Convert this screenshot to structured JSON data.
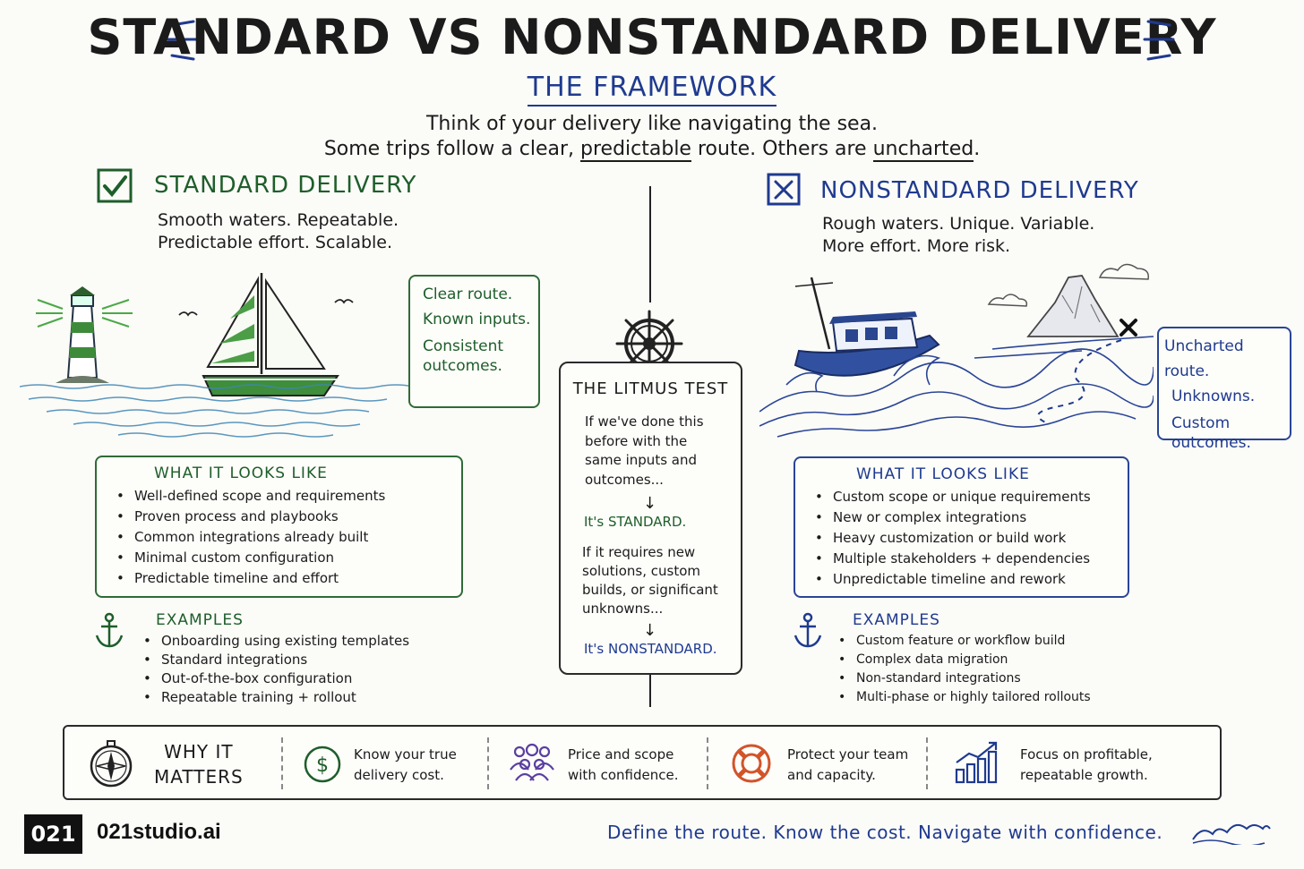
{
  "title": "STANDARD VS NONSTANDARD DELIVERY",
  "subtitle": "THE FRAMEWORK",
  "intro": {
    "line1": "Think of your delivery like navigating the sea.",
    "line2_a": "Some trips follow a clear,",
    "line2_b": "predictable",
    "line2_c": "route. Others are",
    "line2_d": "uncharted",
    "line2_e": "."
  },
  "standard": {
    "heading": "STANDARD DELIVERY",
    "sub_line1": "Smooth waters. Repeatable.",
    "sub_line2": "Predictable effort. Scalable.",
    "callout": [
      "Clear route.",
      "Known inputs.",
      "Consistent",
      "outcomes."
    ],
    "looks_title": "WHAT IT LOOKS LIKE",
    "looks": [
      "Well-defined scope and requirements",
      "Proven process and playbooks",
      "Common integrations already built",
      "Minimal custom configuration",
      "Predictable timeline and effort"
    ],
    "examples_title": "EXAMPLES",
    "examples": [
      "Onboarding using existing templates",
      "Standard integrations",
      "Out-of-the-box configuration",
      "Repeatable training + rollout"
    ]
  },
  "nonstandard": {
    "heading": "NONSTANDARD DELIVERY",
    "sub_line1": "Rough waters. Unique. Variable.",
    "sub_line2": "More effort. More risk.",
    "callout": [
      "Uncharted route.",
      "Unknowns.",
      "Custom",
      "outcomes."
    ],
    "looks_title": "WHAT IT LOOKS LIKE",
    "looks": [
      "Custom scope or unique requirements",
      "New or complex integrations",
      "Heavy customization or build work",
      "Multiple stakeholders + dependencies",
      "Unpredictable timeline and rework"
    ],
    "examples_title": "EXAMPLES",
    "examples": [
      "Custom feature or workflow build",
      "Complex data migration",
      "Non-standard integrations",
      "Multi-phase or highly tailored rollouts"
    ]
  },
  "litmus": {
    "title": "THE LITMUS TEST",
    "q1": [
      "If we've done this",
      "before with the",
      "same inputs and",
      "outcomes..."
    ],
    "a1": "It's STANDARD.",
    "q2": [
      "If it requires new",
      "solutions, custom",
      "builds, or significant",
      "unknowns..."
    ],
    "a2": "It's NONSTANDARD."
  },
  "why": {
    "title_line1": "WHY IT",
    "title_line2": "MATTERS",
    "items": [
      {
        "icon": "dollar-icon",
        "line1": "Know your true",
        "line2": "delivery cost."
      },
      {
        "icon": "people-icon",
        "line1": "Price and scope",
        "line2": "with confidence."
      },
      {
        "icon": "lifebuoy-icon",
        "line1": "Protect your team",
        "line2": "and capacity."
      },
      {
        "icon": "growth-chart-icon",
        "line1": "Focus on profitable,",
        "line2": "repeatable growth."
      }
    ]
  },
  "footer": {
    "logo_box": "021",
    "brand": "021studio.ai",
    "tagline": "Define the route. Know the cost. Navigate with confidence."
  },
  "colors": {
    "green": "#1e5e2a",
    "blue": "#1f3a8f",
    "dark": "#1b1b1b",
    "orange": "#d2542a",
    "purple": "#5a3fa0"
  }
}
